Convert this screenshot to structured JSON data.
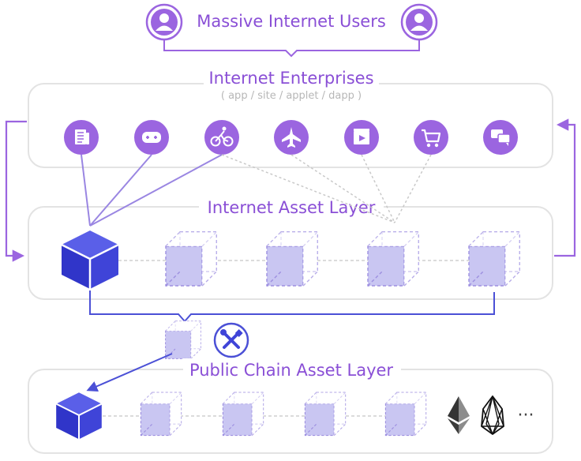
{
  "diagram": {
    "users_title": "Massive Internet Users",
    "enterprises_title": "Internet Enterprises",
    "enterprises_subtitle": "( app / site / applet / dapp )",
    "asset_layer_title": "Internet Asset Layer",
    "public_chain_title": "Public Chain Asset Layer",
    "ellipsis": "···"
  },
  "icons": {
    "users": [
      "user-icon",
      "user-icon"
    ],
    "enterprises": [
      "news-icon",
      "gamepad-icon",
      "bicycle-icon",
      "airplane-icon",
      "video-icon",
      "cart-icon",
      "chat-icon"
    ],
    "tools": "tools-icon",
    "chains": [
      "ethereum-icon",
      "eos-icon"
    ]
  },
  "colors": {
    "accent": "#8a4fd6",
    "icon_fill": "#9b65e0",
    "cube_solid": "#3f44d8",
    "cube_ghost": "#c9c6f2",
    "cube_dash": "#9d8fe0",
    "panel_border": "#e3e3e3",
    "connector": "#9a86e2"
  }
}
